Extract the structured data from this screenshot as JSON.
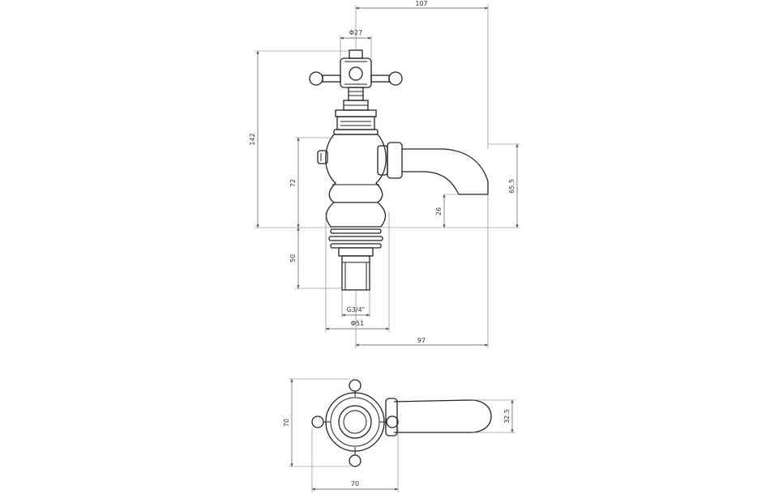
{
  "colors": {
    "line": "#222222",
    "dimension": "#555555",
    "background": "#ffffff"
  },
  "dimensions": {
    "overall_width": "107",
    "head_diameter": "Φ27",
    "total_height": "142",
    "body_height": "72",
    "spout_height": "65.5",
    "spout_outlet": "26",
    "shank_length": "50",
    "thread": "G3/4\"",
    "base_diameter": "Φ51",
    "spout_reach": "97",
    "handle_width": "70",
    "plan_spout_width": "32.5",
    "plan_length": "70"
  }
}
